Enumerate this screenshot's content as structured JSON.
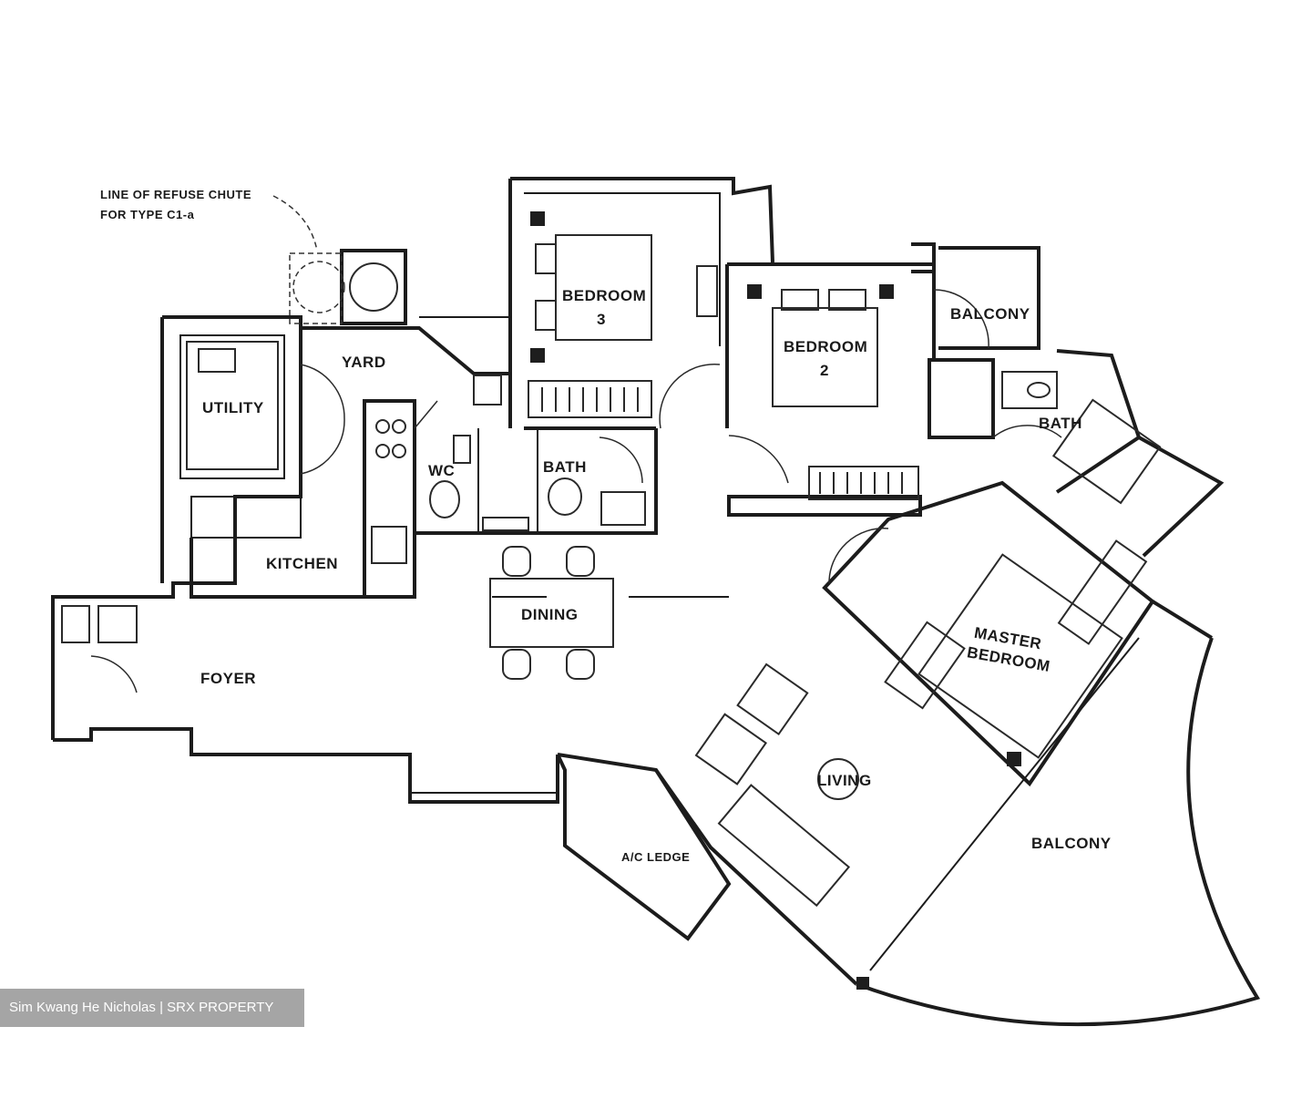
{
  "plan": {
    "note_line1": "LINE OF REFUSE CHUTE",
    "note_line2": "FOR TYPE C1-a",
    "rooms": {
      "yard": "YARD",
      "utility": "UTILITY",
      "wc": "WC",
      "bath_common": "BATH",
      "bedroom3_a": "BEDROOM",
      "bedroom3_b": "3",
      "bedroom2_a": "BEDROOM",
      "bedroom2_b": "2",
      "balcony_top": "BALCONY",
      "bath_master": "BATH",
      "kitchen": "KITCHEN",
      "dining": "DINING",
      "master_a": "MASTER",
      "master_b": "BEDROOM",
      "foyer": "FOYER",
      "living": "LIVING",
      "balcony_main": "BALCONY",
      "ac_ledge": "A/C LEDGE"
    }
  },
  "watermark": "Sim Kwang He Nicholas | SRX PROPERTY"
}
